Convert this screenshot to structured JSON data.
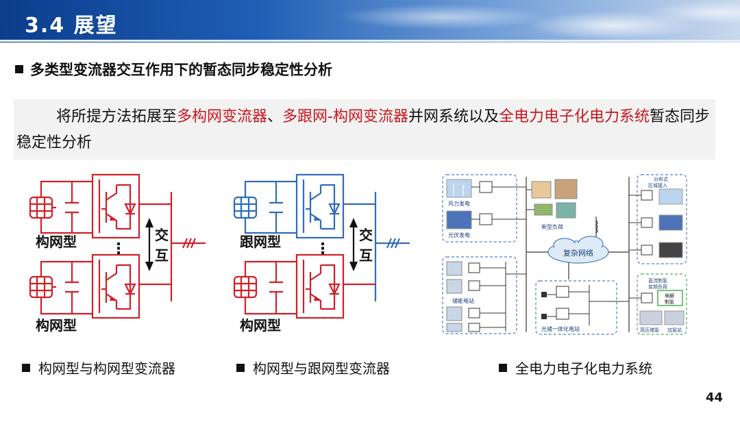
{
  "header": {
    "title": "3.4  展望"
  },
  "heading": "多类型变流器交互作用下的暂态同步稳定性分析",
  "paragraph": {
    "p1": "将所提方法拓展至",
    "h1": "多构网变流器",
    "p2": "、",
    "h2": "多跟网-构网变流器",
    "p3": "并网系统以及",
    "h3": "全电力电子化电力系统",
    "p4": "暂态同步稳定性分析"
  },
  "fig1": {
    "label_top": "构网型",
    "label_bottom": "构网型",
    "interact_1": "交",
    "interact_2": "互",
    "dots": "⋮",
    "color": "#d01f27"
  },
  "fig2": {
    "label_top": "跟网型",
    "label_bottom": "构网型",
    "interact_1": "交",
    "interact_2": "互",
    "dots": "⋮",
    "color_top": "#2f6cb5",
    "color_bottom": "#d01f27"
  },
  "fig3": {
    "wind": "风力发电",
    "pv": "光伏发电",
    "new_load": "新型负荷",
    "network": "复杂网络",
    "storage": "储能电站",
    "pv_storage": "光储一体化电站",
    "distributed_1": "分布式",
    "distributed_2": "区域接入",
    "dc_load_1": "直流制氢",
    "dc_load_2": "变频负荷",
    "electrolysis_1": "电解",
    "electrolysis_2": "制氢",
    "hp_storage": "高压储氢",
    "hydrogen_station": "加氢站"
  },
  "captions": {
    "c1": "构网型与构网型变流器",
    "c2": "构网型与跟网型变流器",
    "c3": "全电力电子化电力系统"
  },
  "page_number": "44"
}
